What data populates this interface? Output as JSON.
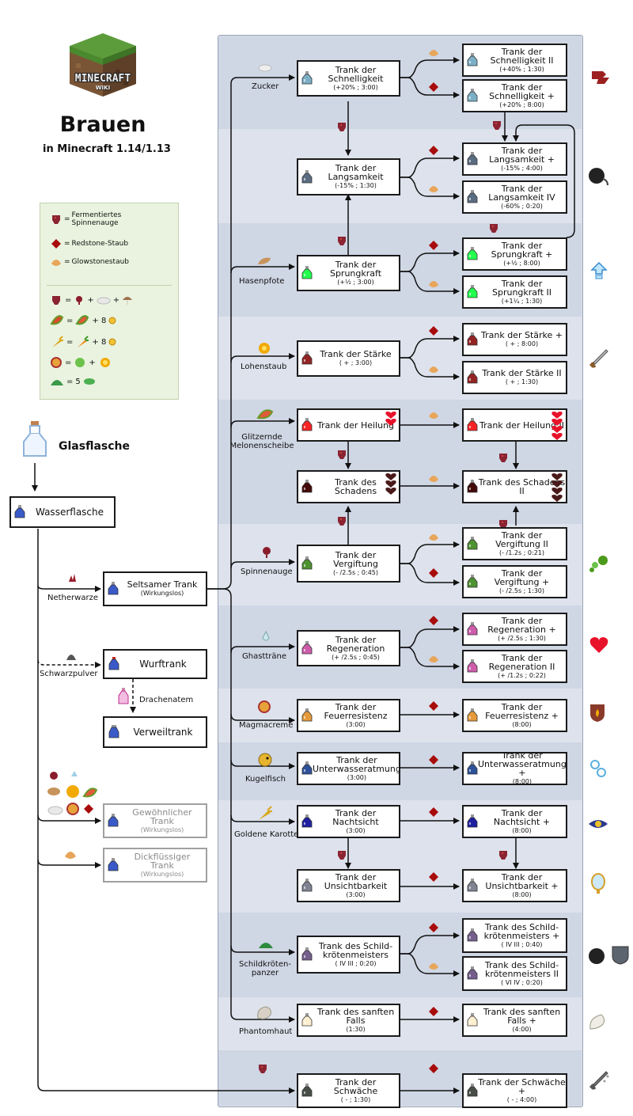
{
  "header": {
    "logo_line1": "MINECRAFT",
    "logo_line2": "WIKI",
    "title": "Brauen",
    "subtitle": "in Minecraft 1.14/1.13"
  },
  "legend": {
    "fermented_label": "Fermentiertes Spinnenauge",
    "redstone_label": "Redstone-Staub",
    "glowstone_label": "Glowstonestaub",
    "eq": "=",
    "plus": "+",
    "plus8": "+ 8",
    "five": "5"
  },
  "left": {
    "glass_bottle": "Glasflasche",
    "water_bottle": "Wasserflasche",
    "netherwart": "Netherwarze",
    "gunpowder": "Schwarzpulver",
    "dragonbreath": "Drachenatem",
    "awkward": "Seltsamer Trank",
    "awkward_sub": "(Wirkungslos)",
    "splash": "Wurftrank",
    "lingering": "Verweiltrank",
    "mundane": "Gewöhnlicher Trank",
    "mundane_sub": "(Wirkungslos)",
    "thick": "Dickflüssiger Trank",
    "thick_sub": "(Wirkungslos)"
  },
  "ingredients": {
    "zucker": "Zucker",
    "hasenpfote": "Hasenpfote",
    "lohenstaub": "Lohenstaub",
    "melone": "Glitzernde Melonenscheibe",
    "spinnenauge": "Spinnenauge",
    "ghasttraene": "Ghastträne",
    "magmacreme": "Magmacreme",
    "kugelfisch": "Kugelfisch",
    "karotte": "Goldene Karotte",
    "panzer": "Schildkröten-panzer",
    "phantomhaut": "Phantomhaut"
  },
  "potions": {
    "swift": {
      "name": "Trank der Schnelligkeit",
      "effect": "(+20% ; 3:00)"
    },
    "swift2": {
      "name": "Trank der Schnelligkeit II",
      "effect": "(+40% ; 1:30)"
    },
    "swiftp": {
      "name": "Trank der Schnelligkeit +",
      "effect": "(+20% ; 8:00)"
    },
    "slow": {
      "name": "Trank der Langsamkeit",
      "effect": "(-15% ; 1:30)"
    },
    "slowp": {
      "name": "Trank der Langsamkeit +",
      "effect": "(-15% ; 4:00)"
    },
    "slow4": {
      "name": "Trank der Langsamkeit IV",
      "effect": "(-60% ; 0:20)"
    },
    "leap": {
      "name": "Trank der Sprungkraft",
      "effect": "(+½ ; 3:00)"
    },
    "leapp": {
      "name": "Trank der Sprungkraft +",
      "effect": "(+½ ; 8:00)"
    },
    "leap2": {
      "name": "Trank der Sprungkraft II",
      "effect": "(+1¼ ; 1:30)"
    },
    "str": {
      "name": "Trank der Stärke",
      "effect": "( + ; 3:00)"
    },
    "strp": {
      "name": "Trank der Stärke +",
      "effect": "( + ; 8:00)"
    },
    "str2": {
      "name": "Trank der Stärke II",
      "effect": "( + ; 1:30)"
    },
    "heal": {
      "name": "Trank der Heilung",
      "effect": ""
    },
    "heal2": {
      "name": "Trank der Heilung II",
      "effect": ""
    },
    "harm": {
      "name": "Trank des Schadens",
      "effect": ""
    },
    "harm2": {
      "name": "Trank des Schadens II",
      "effect": ""
    },
    "poison": {
      "name": "Trank der Vergiftung",
      "effect": "(- /2.5s ; 0:45)"
    },
    "poison2": {
      "name": "Trank der Vergiftung II",
      "effect": "(- /1.2s ; 0:21)"
    },
    "poisonp": {
      "name": "Trank der Vergiftung +",
      "effect": "(- /2.5s ; 1:30)"
    },
    "regen": {
      "name": "Trank der Regeneration",
      "effect": "(+ /2.5s ; 0:45)"
    },
    "regenp": {
      "name": "Trank der Regeneration +",
      "effect": "(+ /2.5s ; 1:30)"
    },
    "regen2": {
      "name": "Trank der Regeneration II",
      "effect": "(+ /1.2s ; 0:22)"
    },
    "fire": {
      "name": "Trank der Feuerresistenz",
      "effect": "(3:00)"
    },
    "firep": {
      "name": "Trank der Feuerresistenz +",
      "effect": "(8:00)"
    },
    "water": {
      "name": "Trank der Unterwasseratmung",
      "effect": "(3:00)"
    },
    "waterp": {
      "name": "Trank der Unterwasseratmung +",
      "effect": "(8:00)"
    },
    "night": {
      "name": "Trank der Nachtsicht",
      "effect": "(3:00)"
    },
    "nightp": {
      "name": "Trank der Nachtsicht +",
      "effect": "(8:00)"
    },
    "invis": {
      "name": "Trank der Unsichtbarkeit",
      "effect": "(3:00)"
    },
    "invisp": {
      "name": "Trank der Unsichtbarkeit +",
      "effect": "(8:00)"
    },
    "turtle": {
      "name": "Trank des Schild-krötenmeisters",
      "effect": "( IV III ; 0:20)"
    },
    "turtlep": {
      "name": "Trank des Schild-krötenmeisters +",
      "effect": "( IV III ; 0:40)"
    },
    "turtle2": {
      "name": "Trank des Schild-krötenmeisters II",
      "effect": "( VI IV ; 0:20)"
    },
    "slowfall": {
      "name": "Trank des sanften Falls",
      "effect": "(1:30)"
    },
    "slowfallp": {
      "name": "Trank des sanften Falls +",
      "effect": "(4:00)"
    },
    "weak": {
      "name": "Trank der Schwäche",
      "effect": "( - ; 1:30)"
    },
    "weakp": {
      "name": "Trank der Schwäche +",
      "effect": "( - ; 4:00)"
    }
  },
  "colors": {
    "panel": "#dde2ec",
    "band": "#cfd6e4",
    "fermented": "#8b2432",
    "redstone": "#a80b0b",
    "glowstone": "#e7a65a",
    "legend_bg": "#eaf3df"
  }
}
